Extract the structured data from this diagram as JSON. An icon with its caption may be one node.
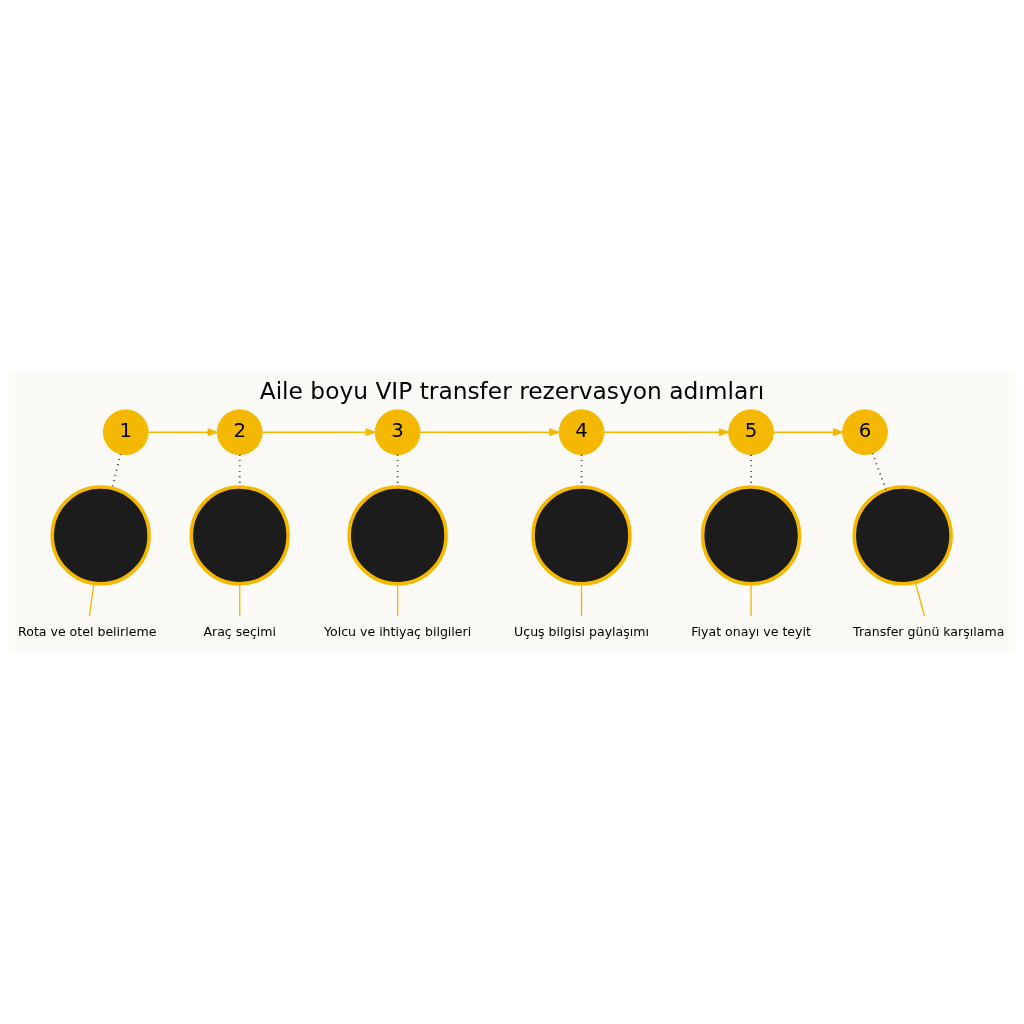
{
  "diagram": {
    "title": "Aile boyu VIP transfer rezervasyon adımları",
    "nodes": [
      {
        "text": [
          "1"
        ]
      },
      {
        "text": [
          "2"
        ]
      },
      {
        "text": [
          "3"
        ]
      },
      {
        "text": [
          "4"
        ]
      },
      {
        "text": [
          "5"
        ]
      },
      {
        "text": [
          "6"
        ]
      },
      {
        "text": [],
        "shape": "circle"
      },
      {
        "text": [],
        "shape": "circle"
      },
      {
        "text": [],
        "shape": "circle"
      },
      {
        "text": [],
        "shape": "circle"
      },
      {
        "text": [],
        "shape": "circle"
      },
      {
        "text": [],
        "shape": "circle"
      },
      {
        "text": [
          "Rota ve otel belirleme"
        ]
      },
      {
        "text": [
          "Araç seçimi"
        ]
      },
      {
        "text": [
          "Yolcu ve ihtiyaç bilgileri"
        ]
      },
      {
        "text": [
          "Uçuş bilgisi paylaşımı"
        ]
      },
      {
        "text": [
          "Fiyat onayı ve teyit"
        ]
      },
      {
        "text": [
          "Transfer günü karşılama"
        ]
      }
    ],
    "edges": [
      {
        "from": 0,
        "to": 1,
        "arrow": "to"
      },
      {
        "from": 1,
        "to": 2,
        "arrow": "to"
      },
      {
        "from": 2,
        "to": 3,
        "arrow": "to"
      },
      {
        "from": 3,
        "to": 4,
        "arrow": "to"
      },
      {
        "from": 4,
        "to": 5,
        "arrow": "to"
      },
      {
        "from": 0,
        "to": 6,
        "arrow": "none",
        "style": "dashed",
        "color": "#222222"
      },
      {
        "from": 1,
        "to": 7,
        "arrow": "none",
        "style": "dashed",
        "color": "#222222"
      },
      {
        "from": 2,
        "to": 8,
        "arrow": "none",
        "style": "dashed",
        "color": "#222222"
      },
      {
        "from": 3,
        "to": 9,
        "arrow": "none",
        "style": "dashed",
        "color": "#222222"
      },
      {
        "from": 4,
        "to": 10,
        "arrow": "none",
        "style": "dashed",
        "color": "#222222"
      },
      {
        "from": 5,
        "to": 11,
        "arrow": "none",
        "style": "dashed",
        "color": "#222222"
      },
      {
        "from": 6,
        "to": 12,
        "arrow": "none"
      },
      {
        "from": 7,
        "to": 13,
        "arrow": "none"
      },
      {
        "from": 8,
        "to": 14,
        "arrow": "none"
      },
      {
        "from": 9,
        "to": 15,
        "arrow": "none"
      },
      {
        "from": 10,
        "to": 16,
        "arrow": "none"
      },
      {
        "from": 11,
        "to": 17,
        "arrow": "none"
      }
    ]
  }
}
